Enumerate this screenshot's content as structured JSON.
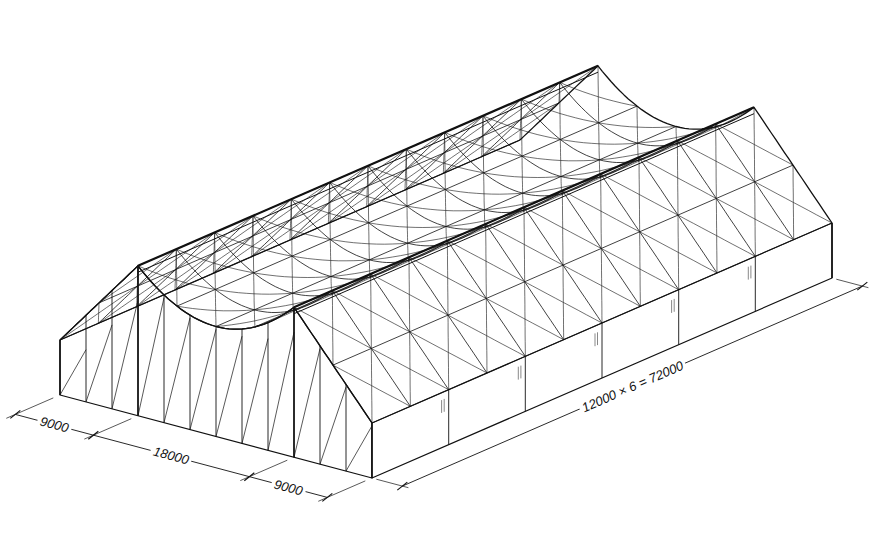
{
  "diagram": {
    "labels": [
      "9000",
      "18000",
      "9000",
      "12000 × 6 = 72000"
    ]
  }
}
